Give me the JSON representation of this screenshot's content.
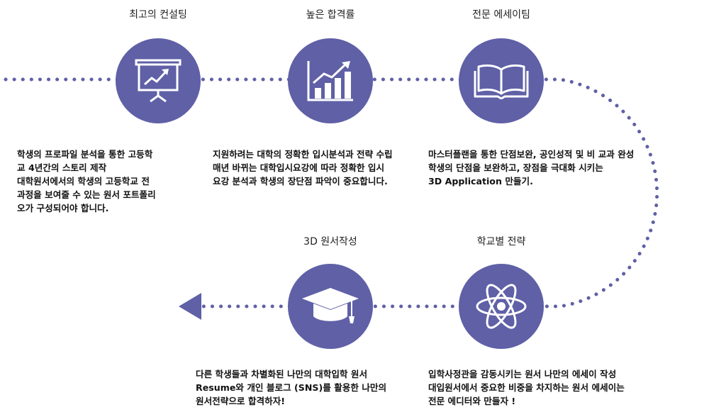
{
  "steps": [
    {
      "id": "consulting",
      "title": "최고의 컨설팅",
      "icon": "presentation-chart-icon",
      "lines": [
        "학생의 프로파일 분석을 통한  고등학",
        "교 4년간의 스토리 제작",
        "대학원서에서의 학생의 고등학교  전",
        "과정을 보여줄 수 있는 원서  포트폴리",
        "오가 구성되어야 합니다."
      ]
    },
    {
      "id": "pass-rate",
      "title": "높은 합격률",
      "icon": "bar-chart-growth-icon",
      "lines": [
        "지원하려는 대학의 정확한  입시분석과 전략 수립",
        "매년 바뀌는 대학입시요강에 따라  정확한 입시",
        "요강 분석과 학생의  장단점 파악이 중요합니다."
      ]
    },
    {
      "id": "essay",
      "title": "전문 에세이팀",
      "icon": "open-book-icon",
      "lines": [
        "마스터플랜을 통한 단점보완, 공인성적 및 비 교과 완성",
        "학생의 단점을  보완하고,  장점을  극대화 시키는",
        "3D Application 만들기."
      ]
    },
    {
      "id": "school-strategy",
      "title": "학교별 전략",
      "icon": "atom-icon",
      "lines": [
        "입학사정관을 감동시키는  원서 나만의 에세이 작성",
        "대입원서에서 중요한  비중을  차지하는 원서 에세이는",
        "전문 에디터와 만들자 !"
      ]
    },
    {
      "id": "application",
      "title": "3D 원서작성",
      "icon": "graduation-cap-icon",
      "lines": [
        "다른 학생들과 차별화된  나만의 대학입학 원서",
        "Resume와 개인 블로그  (SNS)를 활용한 나만의",
        "원서전략으로 합격하자!"
      ]
    }
  ],
  "colors": {
    "accent": "#5f60a6",
    "text": "#111111"
  }
}
